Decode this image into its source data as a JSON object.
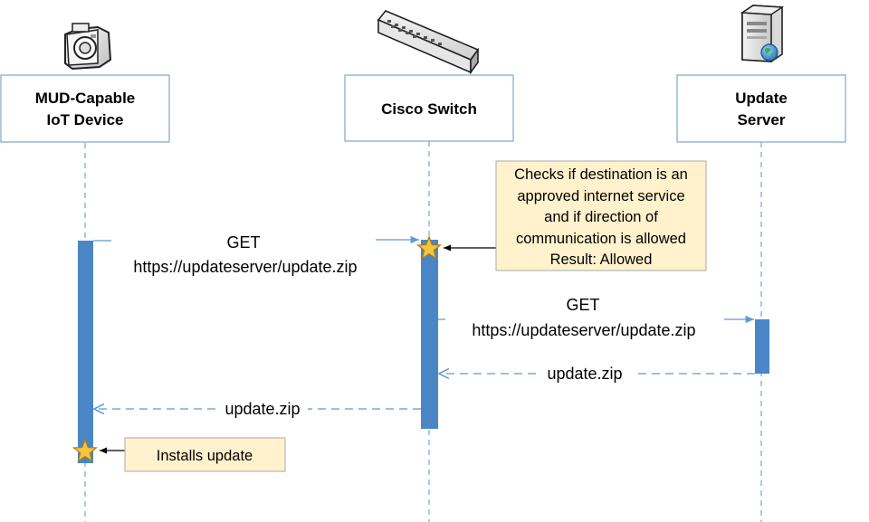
{
  "participants": {
    "iot": {
      "line1": "MUD-Capable",
      "line2": "IoT Device",
      "icon": "camera-icon"
    },
    "switch": {
      "line1": "Cisco Switch",
      "icon": "network-switch-icon"
    },
    "server": {
      "line1": "Update",
      "line2": "Server",
      "icon": "server-globe-icon"
    }
  },
  "messages": {
    "get1": {
      "line1": "GET",
      "line2": "https://updateserver/update.zip"
    },
    "get2": {
      "line1": "GET",
      "line2": "https://updateserver/update.zip"
    },
    "resp1": {
      "label": "update.zip"
    },
    "resp2": {
      "label": "update.zip"
    }
  },
  "notes": {
    "check": {
      "lines": [
        "Checks if destination is an",
        "approved internet service",
        "and if direction of",
        "communication is allowed",
        "Result: Allowed"
      ]
    },
    "install": {
      "text": "Installs update"
    }
  },
  "colors": {
    "lifeline": "#6fa8dc",
    "activation": "#4a86c5",
    "box_border": "#7ea6c8",
    "note_fill": "#fff2cc",
    "note_border": "#a9a9a9",
    "star_fill": "#f7c440",
    "star_stroke": "#b07d10"
  }
}
